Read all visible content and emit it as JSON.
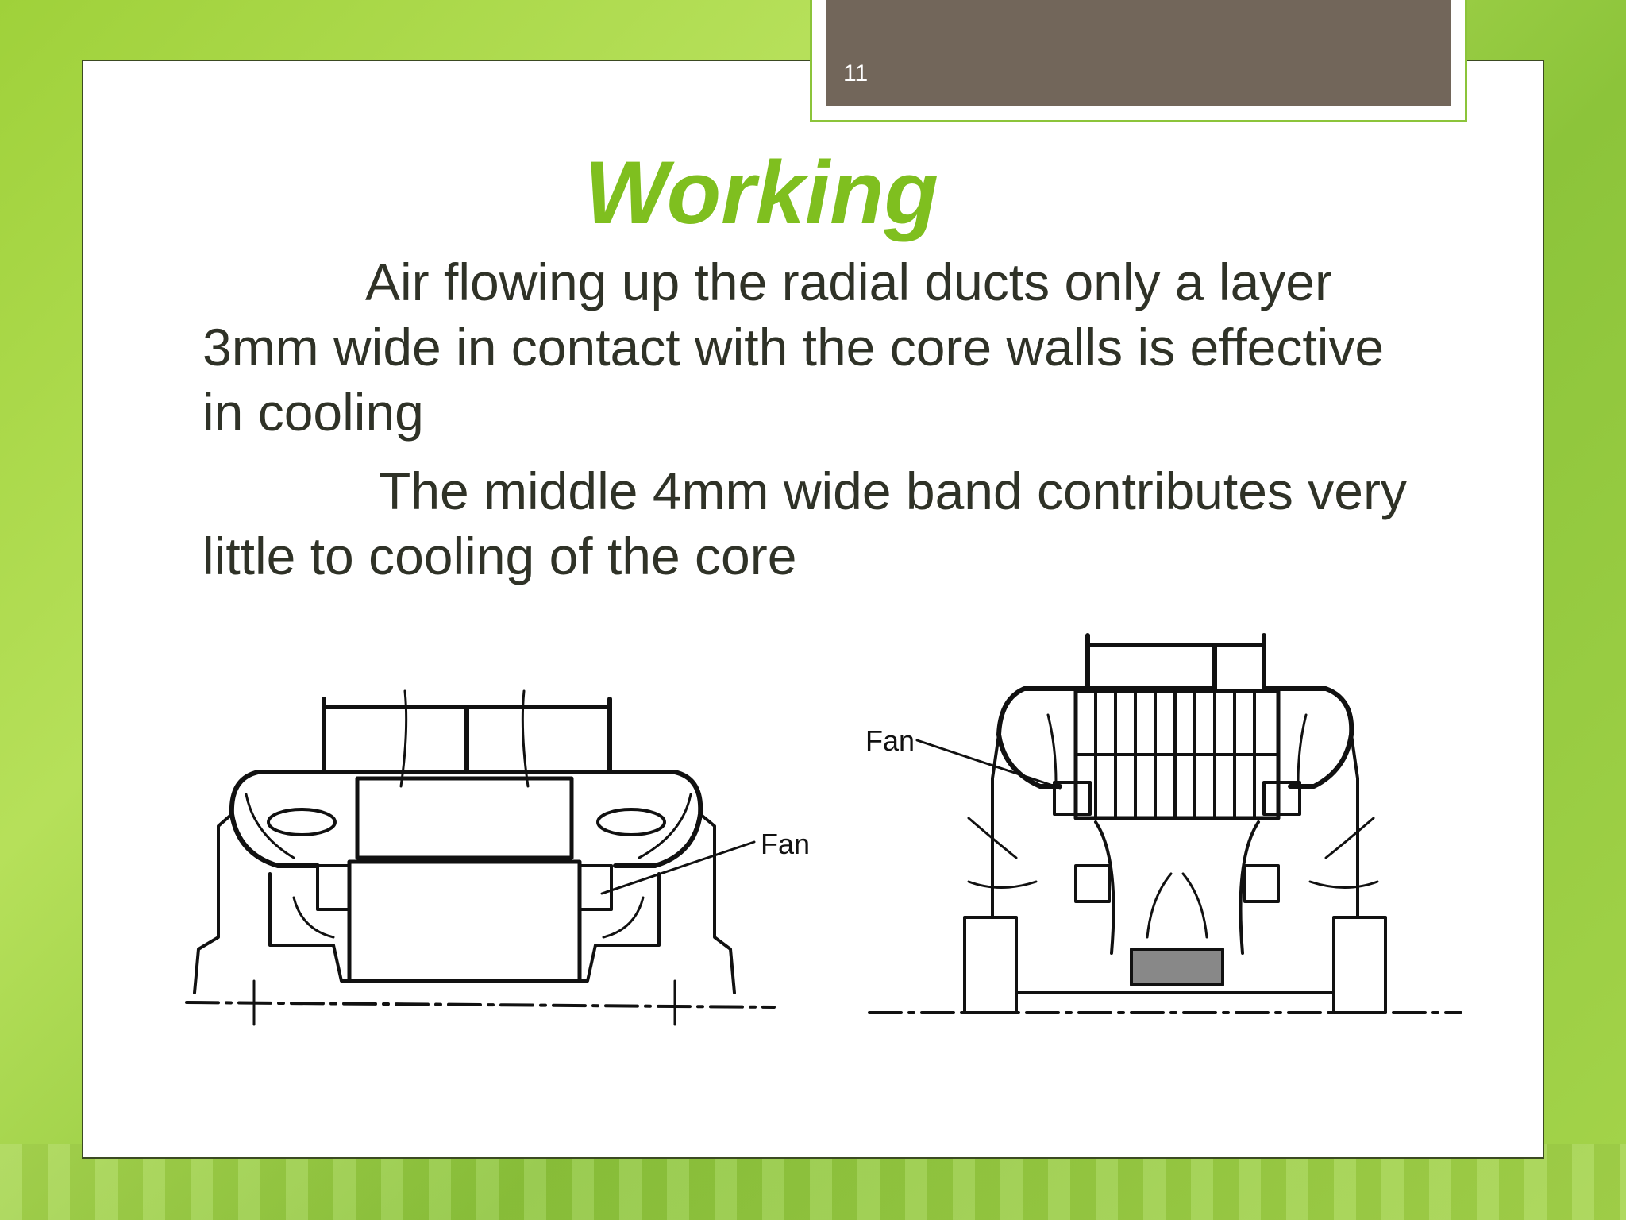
{
  "slide": {
    "number": "11",
    "title": "Working",
    "paragraphs": [
      "Air flowing up the radial ducts only a layer 3mm wide in contact with the core walls is effective in cooling",
      "The middle 4mm wide band contributes very little to cooling of the core"
    ]
  },
  "figures": {
    "left": {
      "label": "Fan"
    },
    "right": {
      "label": "Fan"
    }
  },
  "colors": {
    "title": "#7fbf1f",
    "body_text": "#2f3227",
    "number_tab": "#72665a",
    "background": "#9fd13a"
  }
}
